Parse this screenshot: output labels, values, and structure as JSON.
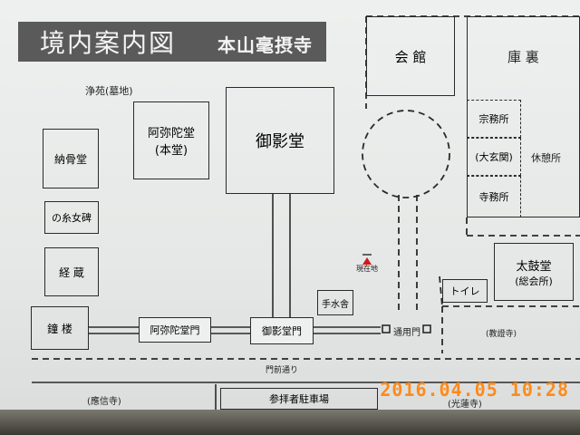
{
  "sign": {
    "title": "境内案内図",
    "temple_name": "本山毫摂寺"
  },
  "buildings": {
    "kaikan": "会 館",
    "kuri": "庫 裏",
    "shumusho": "宗務所",
    "daigenkan": "(大玄関)",
    "kyukeisho": "休憩所",
    "jimusho": "寺務所",
    "taikodo": "太鼓堂",
    "taikodo_sub": "(総会所)",
    "toilet": "トイレ",
    "goeido": "御影堂",
    "amidado": "阿弥陀堂",
    "amidado_sub": "(本堂)",
    "nokotsudo": "納骨堂",
    "hi": "の糸女碑",
    "kyozo": "経 蔵",
    "shoro": "鐘 楼",
    "amidado_mon": "阿弥陀堂門",
    "goeido_mon": "御影堂門",
    "temizuya": "手水舎",
    "tsuyomon": "通用門",
    "parking": "参拝者駐車場"
  },
  "labels": {
    "joen": "浄苑(墓地)",
    "genzaichi": "現在地",
    "kyoshoji": "(教證寺)",
    "monmae": "門前通り",
    "oshinji": "(應信寺)",
    "korenji": "(光蓮寺)"
  },
  "photo": {
    "timestamp": "2016.04.05 10:28"
  },
  "colors": {
    "board": "#eef0ef",
    "ink": "#2a2a2a",
    "title_band": "#5a5a5a",
    "marker": "#d11a1a",
    "timestamp": "#ff8a1a"
  }
}
